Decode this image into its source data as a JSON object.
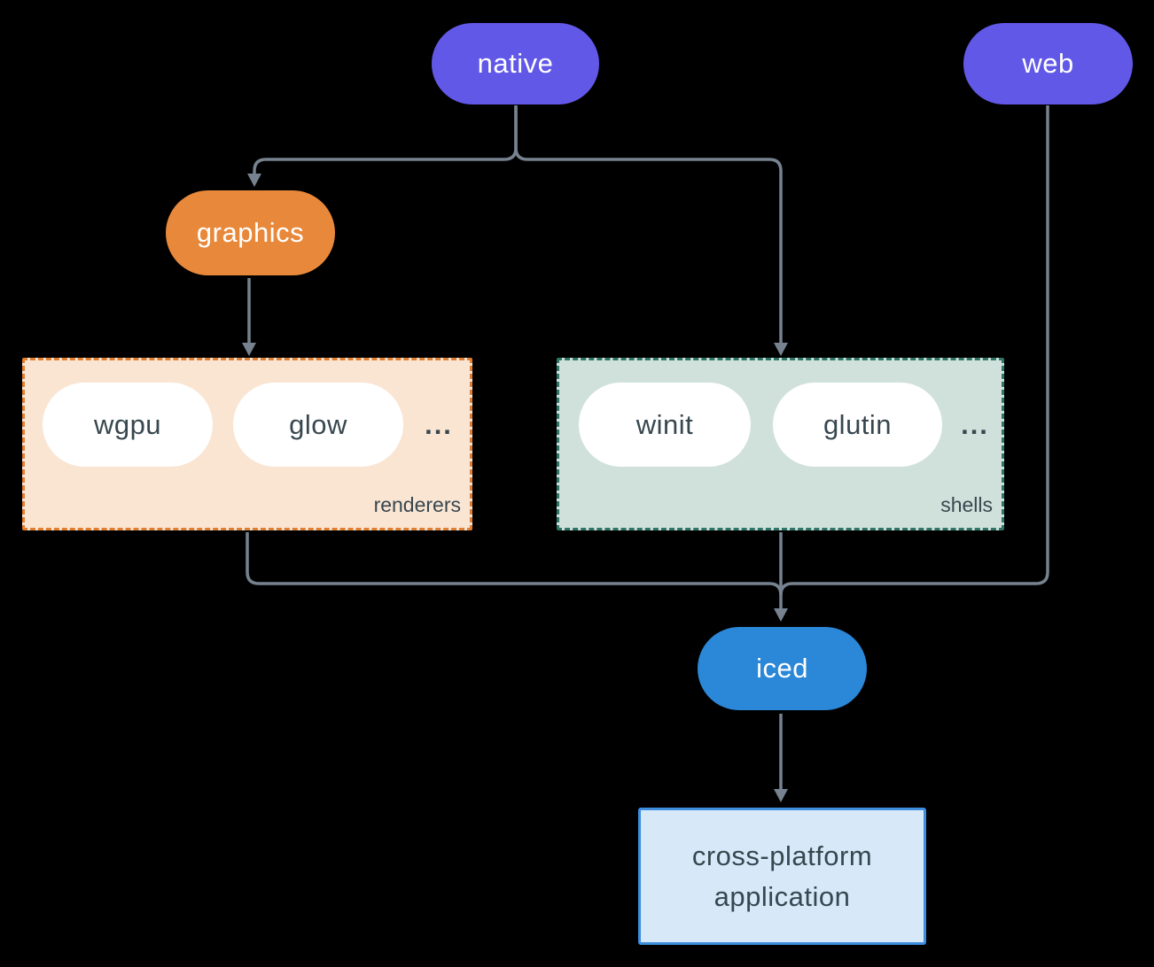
{
  "colors": {
    "background": "#000000",
    "edge": "#76828F",
    "purple": "#6258E8",
    "orange": "#E8883A",
    "blue": "#2B87D8",
    "node-text": "#FFFFFF",
    "dark-text": "#37474F",
    "renderers-fill": "#FAE5D3",
    "renderers-border": "#DF7F33",
    "shells-fill": "#D0E1DB",
    "shells-border": "#2F7568",
    "app-fill": "#D7E8F8",
    "app-border": "#3E8EE0"
  },
  "nodes": {
    "native": {
      "label": "native"
    },
    "web": {
      "label": "web"
    },
    "graphics": {
      "label": "graphics"
    },
    "iced": {
      "label": "iced"
    },
    "application": {
      "line1": "cross-platform",
      "line2": "application"
    }
  },
  "groups": {
    "renderers": {
      "label": "renderers",
      "ellipsis": "...",
      "items": [
        "wgpu",
        "glow"
      ]
    },
    "shells": {
      "label": "shells",
      "ellipsis": "...",
      "items": [
        "winit",
        "glutin"
      ]
    }
  },
  "edges": [
    {
      "from": "native",
      "to": "graphics"
    },
    {
      "from": "native",
      "to": "shells"
    },
    {
      "from": "graphics",
      "to": "renderers"
    },
    {
      "from": "renderers",
      "to": "iced"
    },
    {
      "from": "shells",
      "to": "iced"
    },
    {
      "from": "web",
      "to": "iced"
    },
    {
      "from": "iced",
      "to": "application"
    }
  ]
}
